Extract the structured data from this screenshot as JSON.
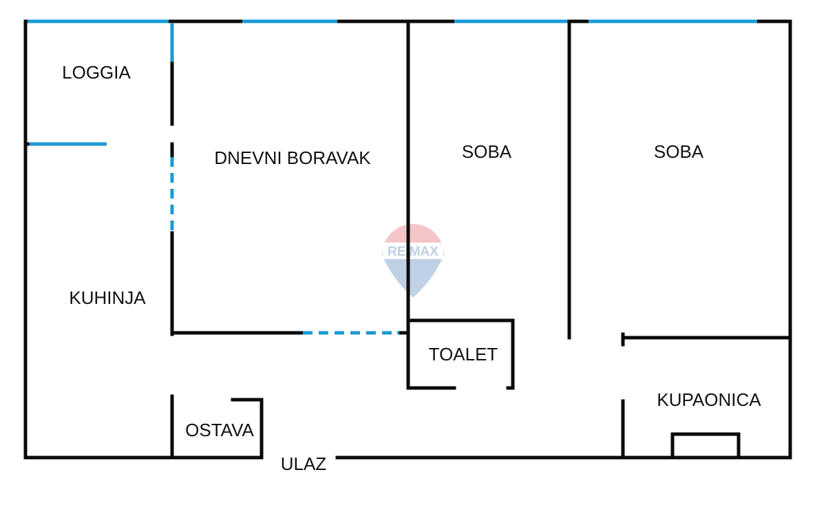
{
  "rooms": {
    "loggia": "LOGGIA",
    "living_room": "DNEVNI BORAVAK",
    "room_1": "SOBA",
    "room_2": "SOBA",
    "kitchen": "KUHINJA",
    "toilet": "TOALET",
    "bathroom": "KUPAONICA",
    "storage": "OSTAVA",
    "entrance": "ULAZ"
  },
  "watermark": {
    "text": "RE/MAX",
    "colors": {
      "red": "#d9343a",
      "blue": "#1b5aa8"
    }
  },
  "colors": {
    "wall": "#0a0a0a",
    "window": "#1a9ad6"
  }
}
